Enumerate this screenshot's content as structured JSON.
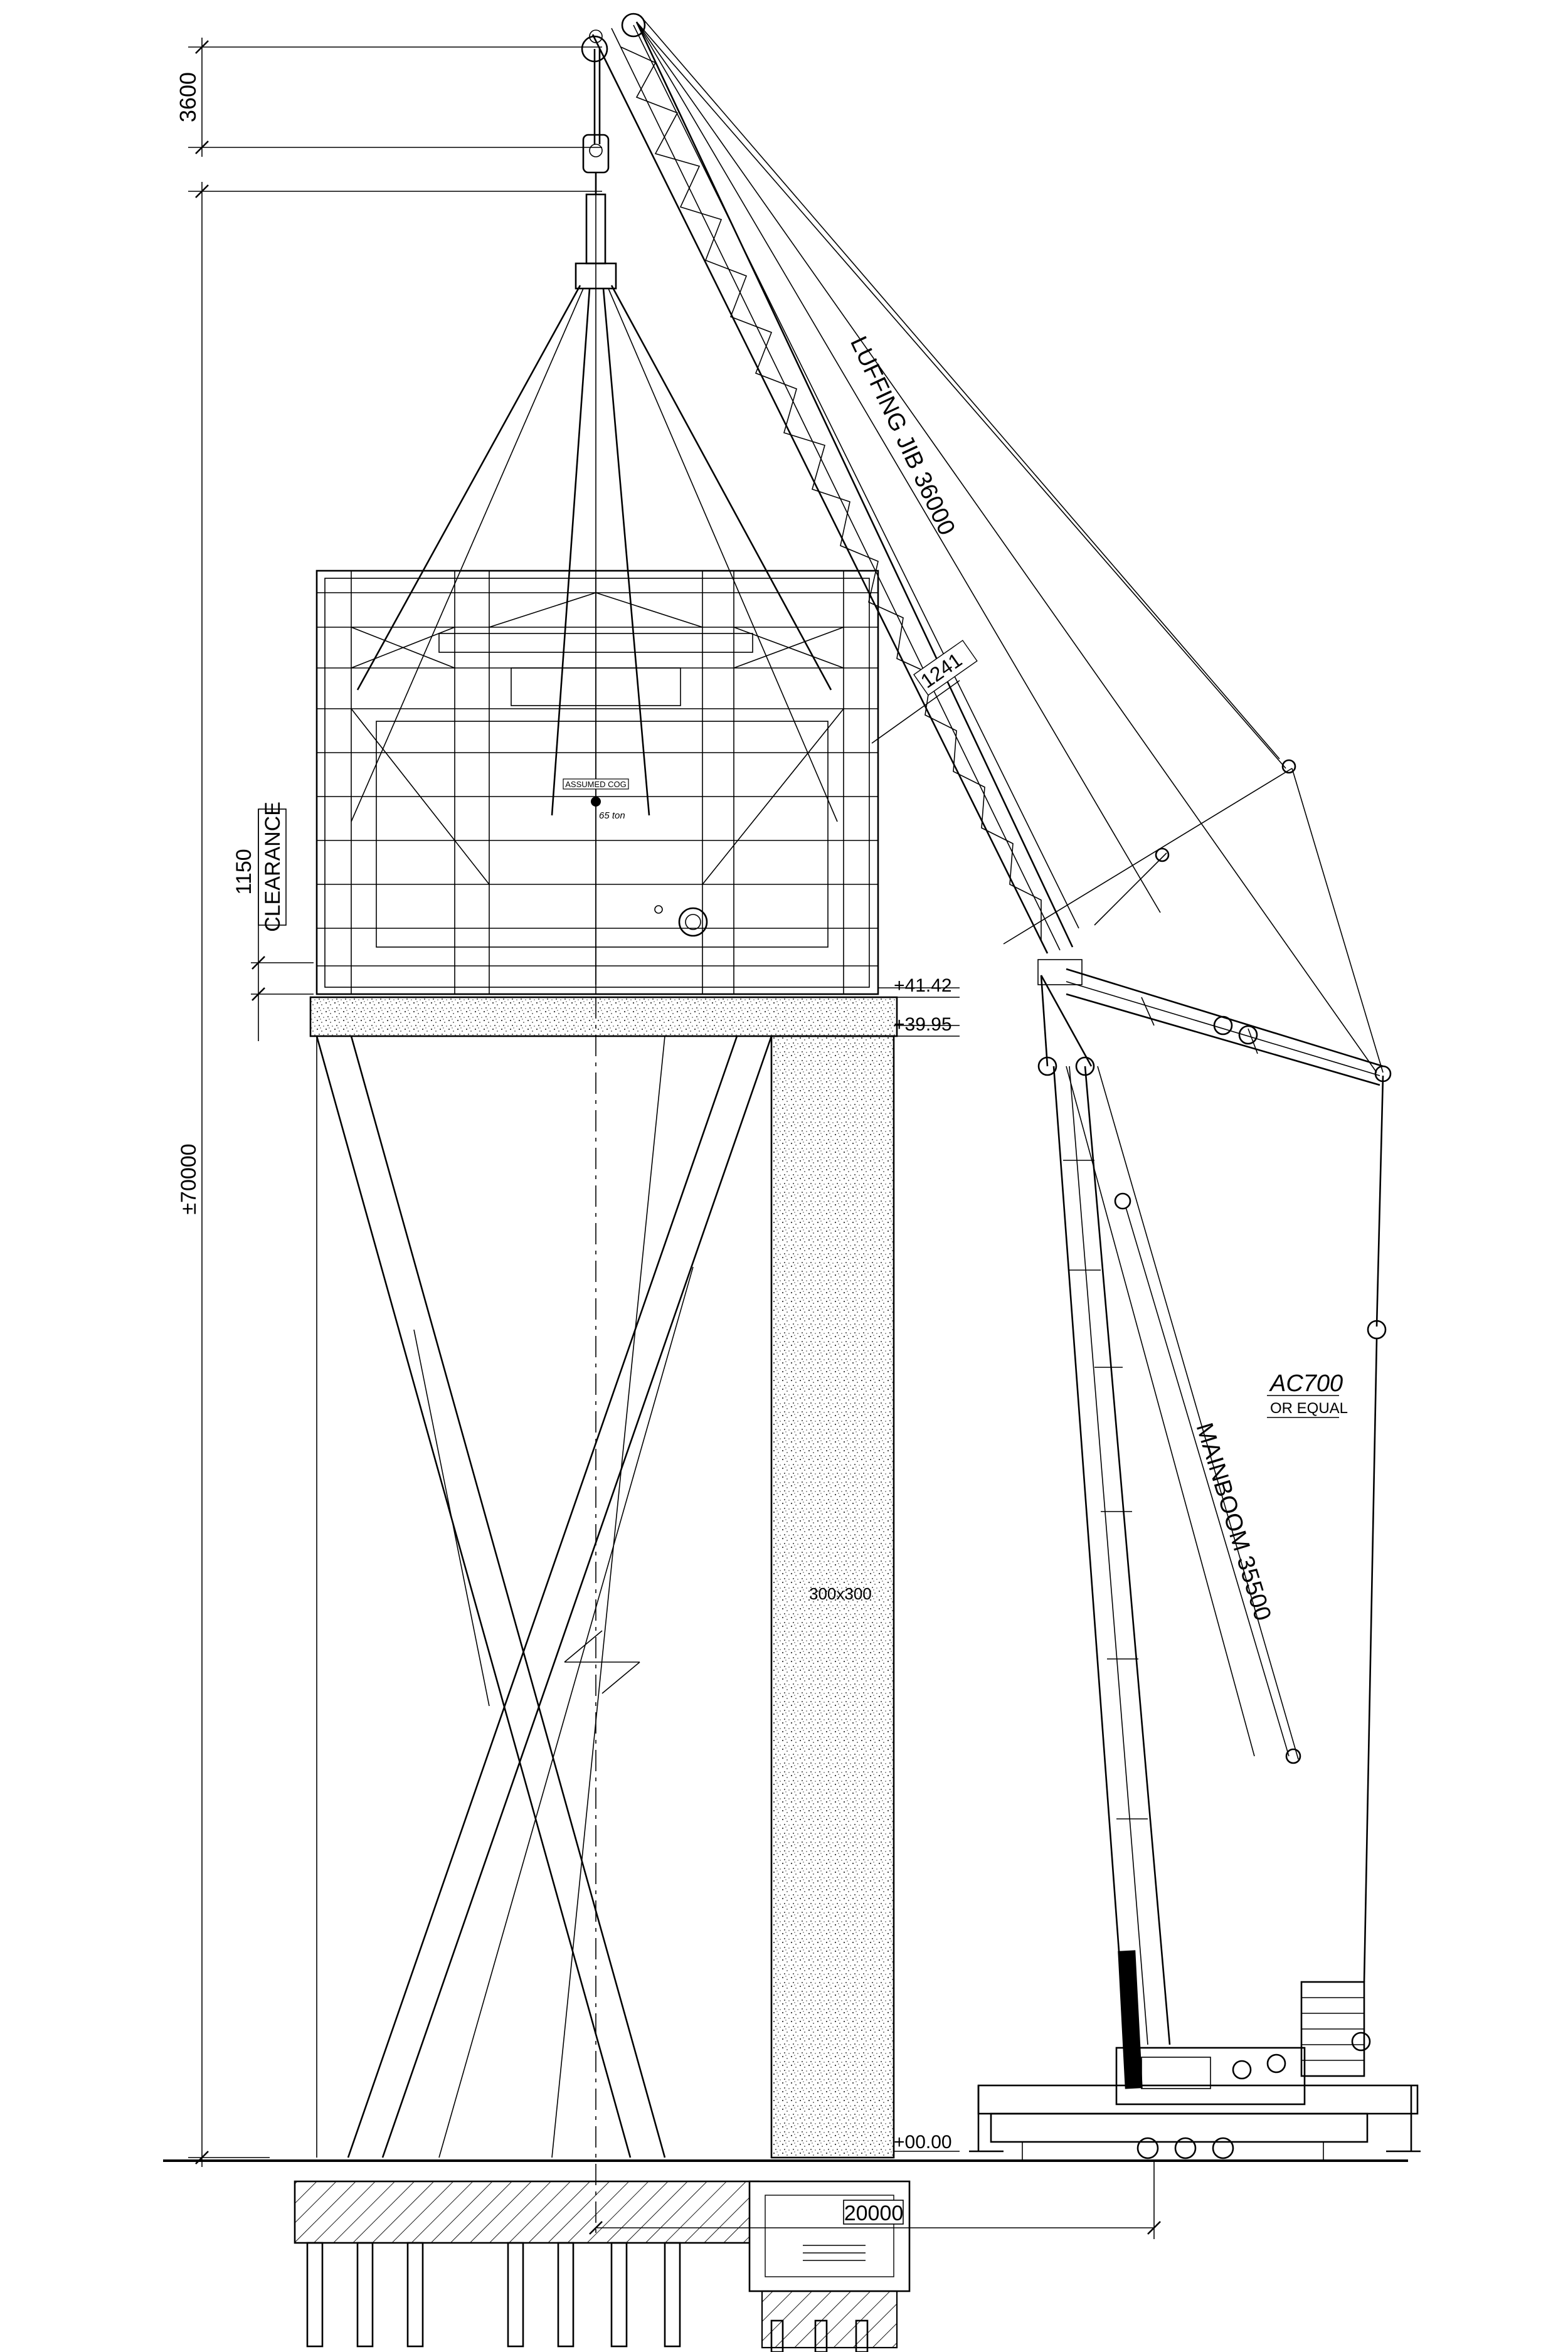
{
  "dimensions": {
    "top_gap": "3600",
    "total_height": "±70000",
    "clearance_value": "1150",
    "clearance_label": "CLEARANCE",
    "jib_offset": "1241",
    "radius": "20000"
  },
  "levels": {
    "top_of_support": "+41.42",
    "top_of_pedestal": "+39.95",
    "ground": "+00.00"
  },
  "labels": {
    "luffing_jib": "LUFFING JIB 36000",
    "main_boom": "MAINBOOM 35500",
    "crane_model": "AC700",
    "crane_equal": "OR EQUAL",
    "cog": "ASSUMED COG",
    "load_weight": "65 ton",
    "column_size": "300x300"
  },
  "colors": {
    "line": "#000000",
    "background": "#ffffff"
  }
}
